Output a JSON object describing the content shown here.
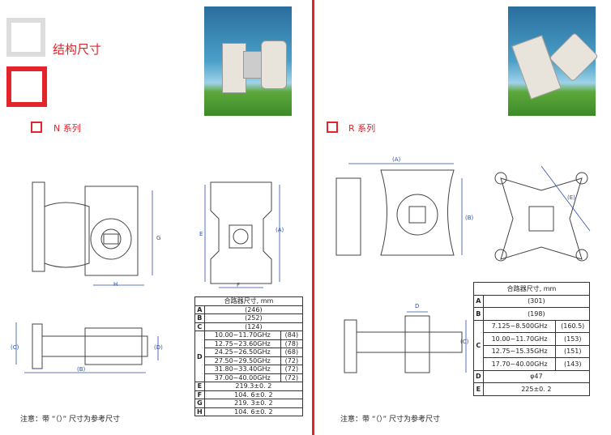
{
  "header": {
    "title": "结构尺寸"
  },
  "left": {
    "series": "N 系列",
    "dims": [
      "G",
      "H",
      "(C)",
      "(B)",
      "(D)",
      "E",
      "F",
      "(A)"
    ],
    "table": {
      "title": "合路器尺寸, mm",
      "rows": [
        {
          "k": "A",
          "v": "(246)"
        },
        {
          "k": "B",
          "v": "(252)"
        },
        {
          "k": "C",
          "v": "(124)"
        }
      ],
      "d_key": "D",
      "d_rows": [
        {
          "f": "10.00~11.70GHz",
          "v": "(84)"
        },
        {
          "f": "12.75~23.60GHz",
          "v": "(78)"
        },
        {
          "f": "24.25~26.50GHz",
          "v": "(68)"
        },
        {
          "f": "27.50~29.50GHz",
          "v": "(72)"
        },
        {
          "f": "31.80~33.40GHz",
          "v": "(72)"
        },
        {
          "f": "37.00~40.00GHz",
          "v": "(72)"
        }
      ],
      "rows2": [
        {
          "k": "E",
          "v": "219.3±0. 2"
        },
        {
          "k": "F",
          "v": "104. 6±0. 2"
        },
        {
          "k": "G",
          "v": "219. 3±0. 2"
        },
        {
          "k": "H",
          "v": "104. 6±0. 2"
        }
      ]
    },
    "note": "注意：带 “（）” 尺寸为参考尺寸"
  },
  "right": {
    "series": "R 系列",
    "dims": [
      "(A)",
      "(B)",
      "(E)",
      "D",
      "(C)"
    ],
    "table": {
      "title": "合路器尺寸, mm",
      "rows": [
        {
          "k": "A",
          "v": "(301)"
        },
        {
          "k": "B",
          "v": "(198)"
        }
      ],
      "c_key": "C",
      "c_rows": [
        {
          "f": "7.125~8.500GHz",
          "v": "(160.5)"
        },
        {
          "f": "10.00~11.70GHz",
          "v": "(153)"
        },
        {
          "f": "12.75~15.35GHz",
          "v": "(151)"
        },
        {
          "f": "17.70~40.00GHz",
          "v": "(143)"
        }
      ],
      "rows2": [
        {
          "k": "D",
          "v": "φ47"
        },
        {
          "k": "E",
          "v": "225±0. 2"
        }
      ]
    },
    "note": "注意：带 “（）” 尺寸为参考尺寸"
  }
}
